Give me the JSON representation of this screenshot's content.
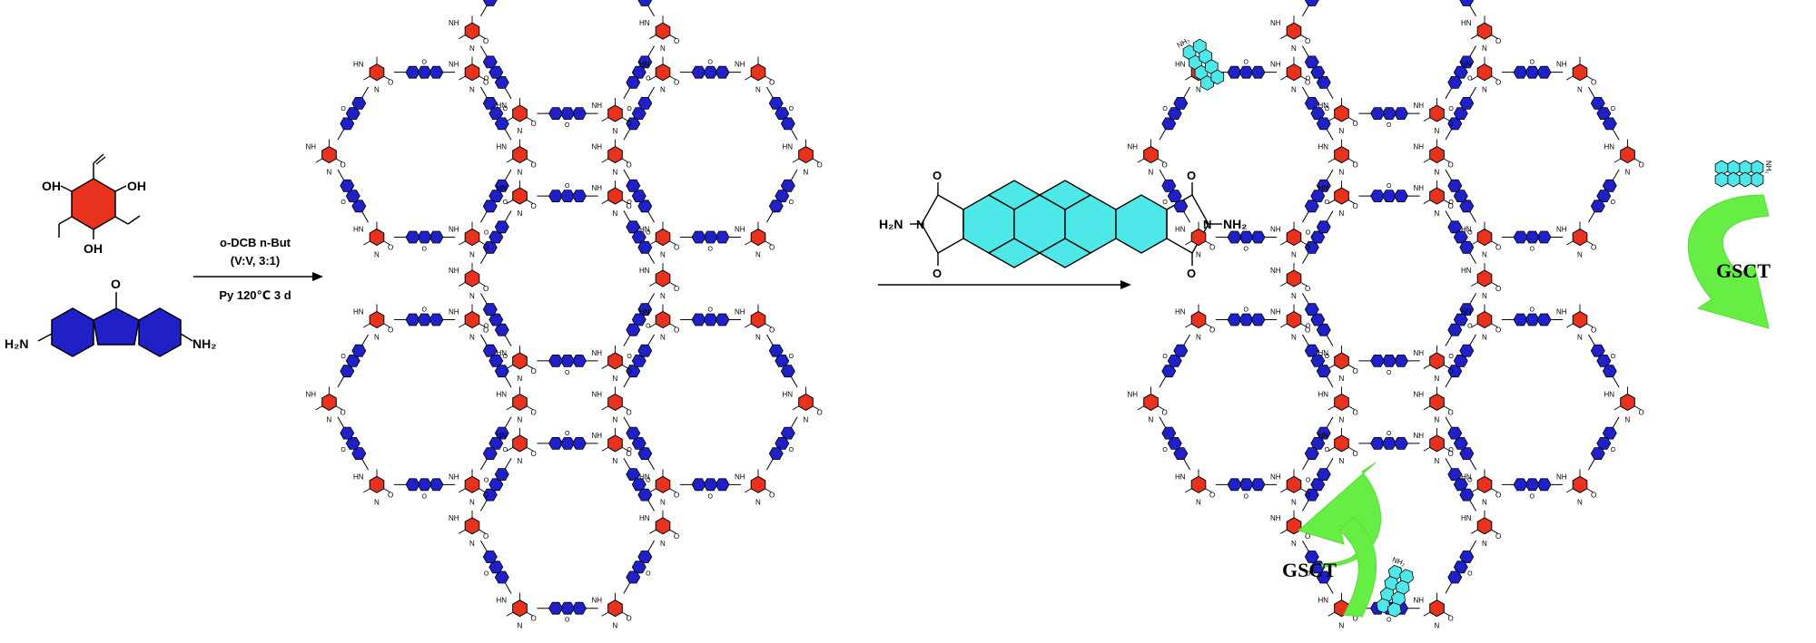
{
  "reagents": {
    "aldehyde": {
      "substituents": [
        "OH",
        "OH",
        "OH"
      ],
      "color": "#e8321e"
    },
    "amine": {
      "left_group": "H₂N",
      "right_group": "NH₂",
      "carbonyl": "O",
      "color": "#2020c8"
    }
  },
  "arrow1": {
    "line1": "o-DCB n-But",
    "line2": "(V:V, 3:1)",
    "line3": "Py 120℃ 3 d"
  },
  "pdi_reagent": {
    "left_group": "H₂N",
    "right_group": "NH₂",
    "imide_n_label": "N",
    "carbonyl": "O",
    "color": "#4fe8e8"
  },
  "framework": {
    "node_color": "#e8321e",
    "linker_color": "#2020c8",
    "node_text": [
      "HN",
      "NH",
      "N",
      "H",
      "O"
    ],
    "pdi_tag_color": "#4fe8e8",
    "pdi_tag_text": "NH₂"
  },
  "annotations": [
    {
      "text": "GSCT",
      "color": "#66ee44"
    },
    {
      "text": "GSCT",
      "color": "#66ee44"
    }
  ]
}
